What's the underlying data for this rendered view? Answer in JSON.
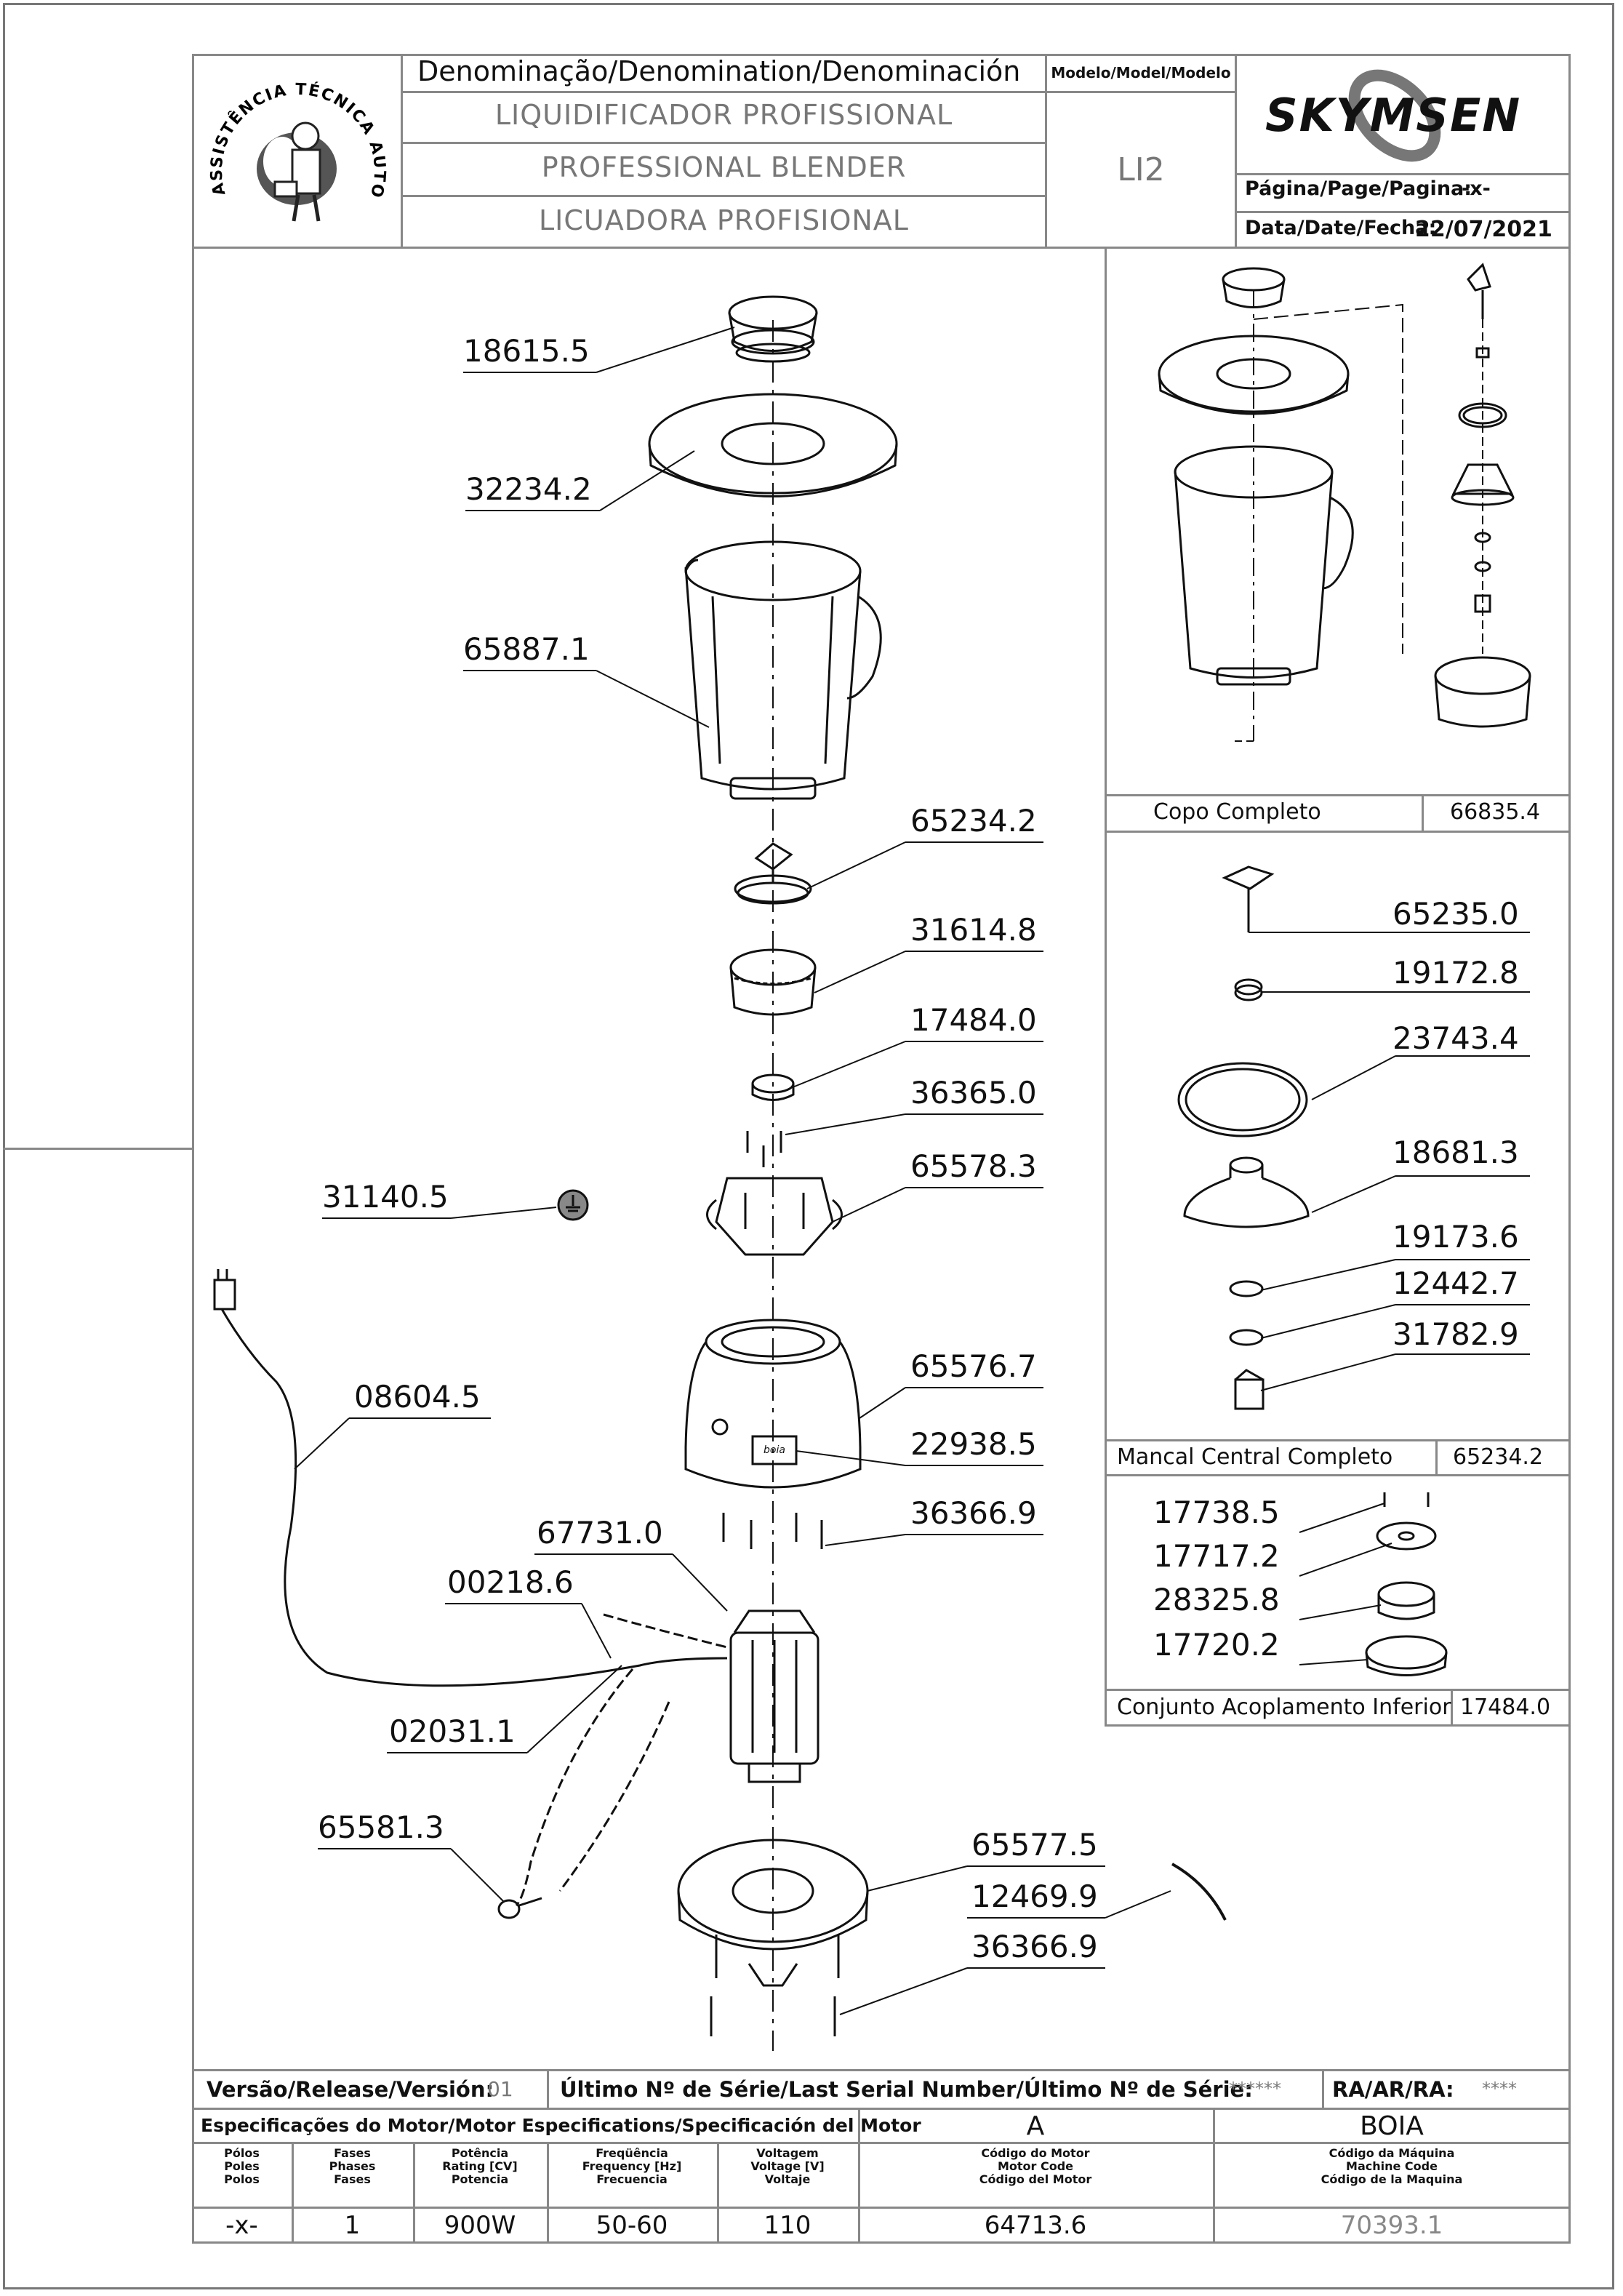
{
  "header": {
    "logo_text": "ASSISTÊNCIA TÉCNICA AUTORIZADA",
    "denomination_label": "Denominação/Denomination/Denominación",
    "name_pt": "LIQUIDIFICADOR  PROFISSIONAL",
    "name_en": "PROFESSIONAL  BLENDER",
    "name_es": "LICUADORA  PROFISIONAL",
    "model_label": "Modelo/Model/Modelo",
    "model_value": "LI2",
    "brand": "SKYMSEN",
    "page_label": "Página/Page/Pagina:",
    "page_value": "-x-",
    "date_label": "Data/Date/Fecha:",
    "date_value": "22/07/2021"
  },
  "parts": [
    {
      "code": "18615.5"
    },
    {
      "code": "32234.2"
    },
    {
      "code": "65887.1"
    },
    {
      "code": "65234.2"
    },
    {
      "code": "31614.8"
    },
    {
      "code": "17484.0"
    },
    {
      "code": "36365.0"
    },
    {
      "code": "65578.3"
    },
    {
      "code": "31140.5"
    },
    {
      "code": "65576.7"
    },
    {
      "code": "08604.5"
    },
    {
      "code": "22938.5"
    },
    {
      "code": "36366.9"
    },
    {
      "code": "67731.0"
    },
    {
      "code": "00218.6"
    },
    {
      "code": "02031.1"
    },
    {
      "code": "65581.3"
    },
    {
      "code": "65577.5"
    },
    {
      "code": "12469.9"
    },
    {
      "code": "36366.9"
    }
  ],
  "badge": "boia",
  "subassemblies": {
    "copo": {
      "name": "Copo  Completo",
      "code": "66835.4"
    },
    "mancal": {
      "name": "Mancal  Central  Completo",
      "code": "65234.2",
      "parts": [
        "65235.0",
        "19172.8",
        "23743.4",
        "18681.3",
        "19173.6",
        "12442.7",
        "31782.9"
      ]
    },
    "conjunto": {
      "name": "Conjunto  Acoplamento  Inferior",
      "code": "17484.0",
      "parts": [
        "17738.5",
        "17717.2",
        "28325.8",
        "17720.2"
      ]
    }
  },
  "footer": {
    "release_label": "Versão/Release/Versión:",
    "release_value": "01",
    "serial_label": "Último Nº de Série/Last Serial Number/Último Nº de Série:",
    "serial_value": "******",
    "ra_label": "RA/AR/RA:",
    "ra_value": "****",
    "spec_label": "Especificações do Motor/Motor Especifications/Specificación del Motor",
    "col_a": "A",
    "col_boia": "BOIA",
    "columns": [
      {
        "l1": "Pólos",
        "l2": "Poles",
        "l3": "Polos",
        "value": "-x-"
      },
      {
        "l1": "Fases",
        "l2": "Phases",
        "l3": "Fases",
        "value": "1"
      },
      {
        "l1": "Potência",
        "l2": "Rating [CV]",
        "l3": "Potencia",
        "value": "900W"
      },
      {
        "l1": "Freqüência",
        "l2": "Frequency [Hz]",
        "l3": "Frecuencia",
        "value": "50-60"
      },
      {
        "l1": "Voltagem",
        "l2": "Voltage [V]",
        "l3": "Voltaje",
        "value": "110"
      },
      {
        "l1": "Código do Motor",
        "l2": "Motor Code",
        "l3": "Código del Motor",
        "value": "64713.6"
      },
      {
        "l1": "Código da Máquina",
        "l2": "Machine Code",
        "l3": "Código de la Maquina",
        "value": "70393.1"
      }
    ]
  }
}
